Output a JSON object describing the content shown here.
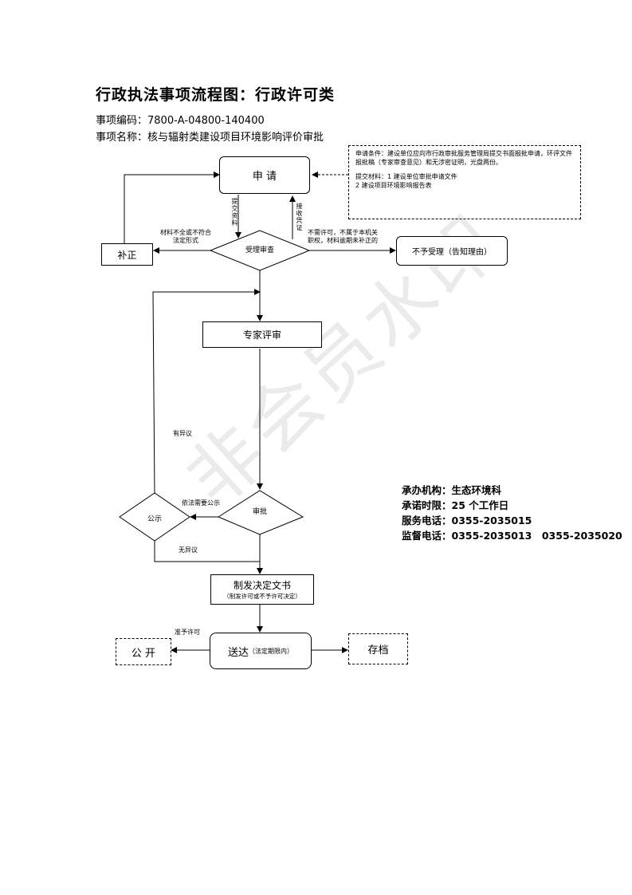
{
  "header": {
    "title": "行政执法事项流程图：行政许可类",
    "code_line": "事项编码：7800-A-04800-140400",
    "name_line": "事项名称：核与辐射类建设项目环境影响评价审批"
  },
  "note": {
    "conditions": "申请条件：建设单位应向市行政审批服务管理局提交书面报批申请，环评文件报批稿（专家审查意见）和无涉密证明，光盘两份。",
    "materials_1": "提交材料：1 建设单位审批申请文件",
    "materials_2": "2 建设项目环境影响报告表"
  },
  "nodes": {
    "apply": "申 请",
    "review": "受理审查",
    "supplement": "补正",
    "reject": "不予受理（告知理由）",
    "expert": "专家评审",
    "approve": "审批",
    "publicity": "公示",
    "decision_main": "制发决定文书",
    "decision_sub": "（制发许可或不予许可决定）",
    "deliver_main": "送达",
    "deliver_sub": "（法定期限内）",
    "public": "公 开",
    "archive": "存档"
  },
  "labels": {
    "submit": "提交资料",
    "receive": "接收凭证",
    "incomplete_1": "材料不全或不符合",
    "incomplete_2": "法定形式",
    "not_required_1": "不需许可，不属于本机关",
    "not_required_2": "职权，材料逾期未补正的",
    "objection": "有异议",
    "need_publicity": "依法需要公示",
    "no_objection": "无异议",
    "grant": "准予许可"
  },
  "contact": {
    "agency": "承办机构：生态环境科",
    "deadline": "承诺时限：25 个工作日",
    "service_phone": "服务电话：0355-2035015",
    "supervise_phone": "监督电话：0355-2035013　0355-2035020"
  },
  "watermark": "非会员水印"
}
